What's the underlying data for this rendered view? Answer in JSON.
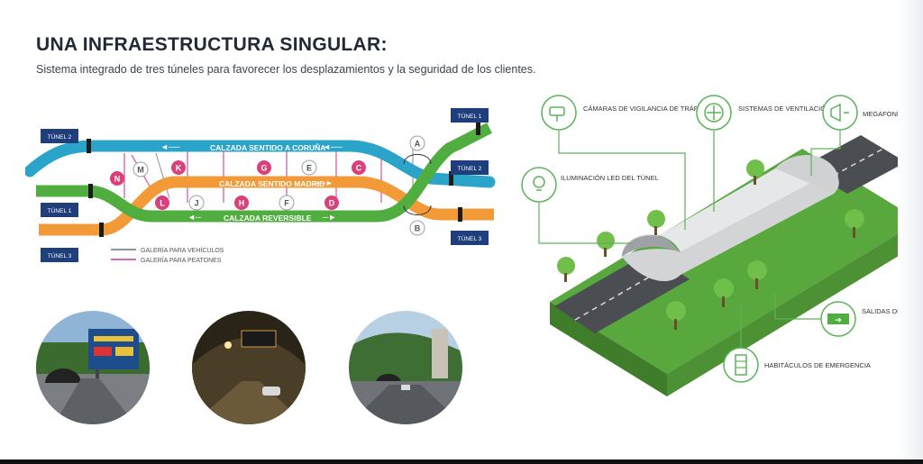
{
  "header": {
    "title": "UNA INFRAESTRUCTURA SINGULAR:",
    "subtitle": "Sistema integrado de tres túneles para favorecer los desplazamientos y la seguridad de los clientes."
  },
  "roads": {
    "coruna": "CALZADA SENTIDO A CORUÑA",
    "madrid": "CALZADA SENTIDO MADRID",
    "reversible": "CALZADA REVERSIBLE"
  },
  "tunnel_tags": [
    "TÚNEL 2",
    "TÚNEL 1",
    "TÚNEL 3",
    "TÚNEL 1",
    "TÚNEL 2",
    "TÚNEL 3"
  ],
  "galleries": {
    "top": [
      "K",
      "G",
      "E",
      "C"
    ],
    "mid": [
      "L",
      "J",
      "H",
      "F",
      "D"
    ],
    "left": [
      "M",
      "N"
    ],
    "right": [
      "A",
      "B"
    ]
  },
  "legend": {
    "vehicles": "GALERÍA PARA VEHÍCULOS",
    "pedestrians": "GALERÍA PARA PEATONES"
  },
  "features": {
    "cameras": "CÁMARAS DE VIGILANCIA DE TRÁFICO",
    "ventilation": "SISTEMAS DE VENTILACIÓN",
    "megaphone": "MEGAFONÍA",
    "lighting": "ILUMINACIÓN LED DEL TÚNEL",
    "exits": "SALIDAS DE EMERGENCIA",
    "cabins": "HABITÁCULOS DE EMERGENCIA"
  },
  "colors": {
    "coruna": "#2aa5c9",
    "madrid": "#f39a38",
    "reversible": "#4fae3f",
    "tag": "#1f3e7c",
    "feature_green": "#5cb35a",
    "pink": "#d46ab7"
  }
}
